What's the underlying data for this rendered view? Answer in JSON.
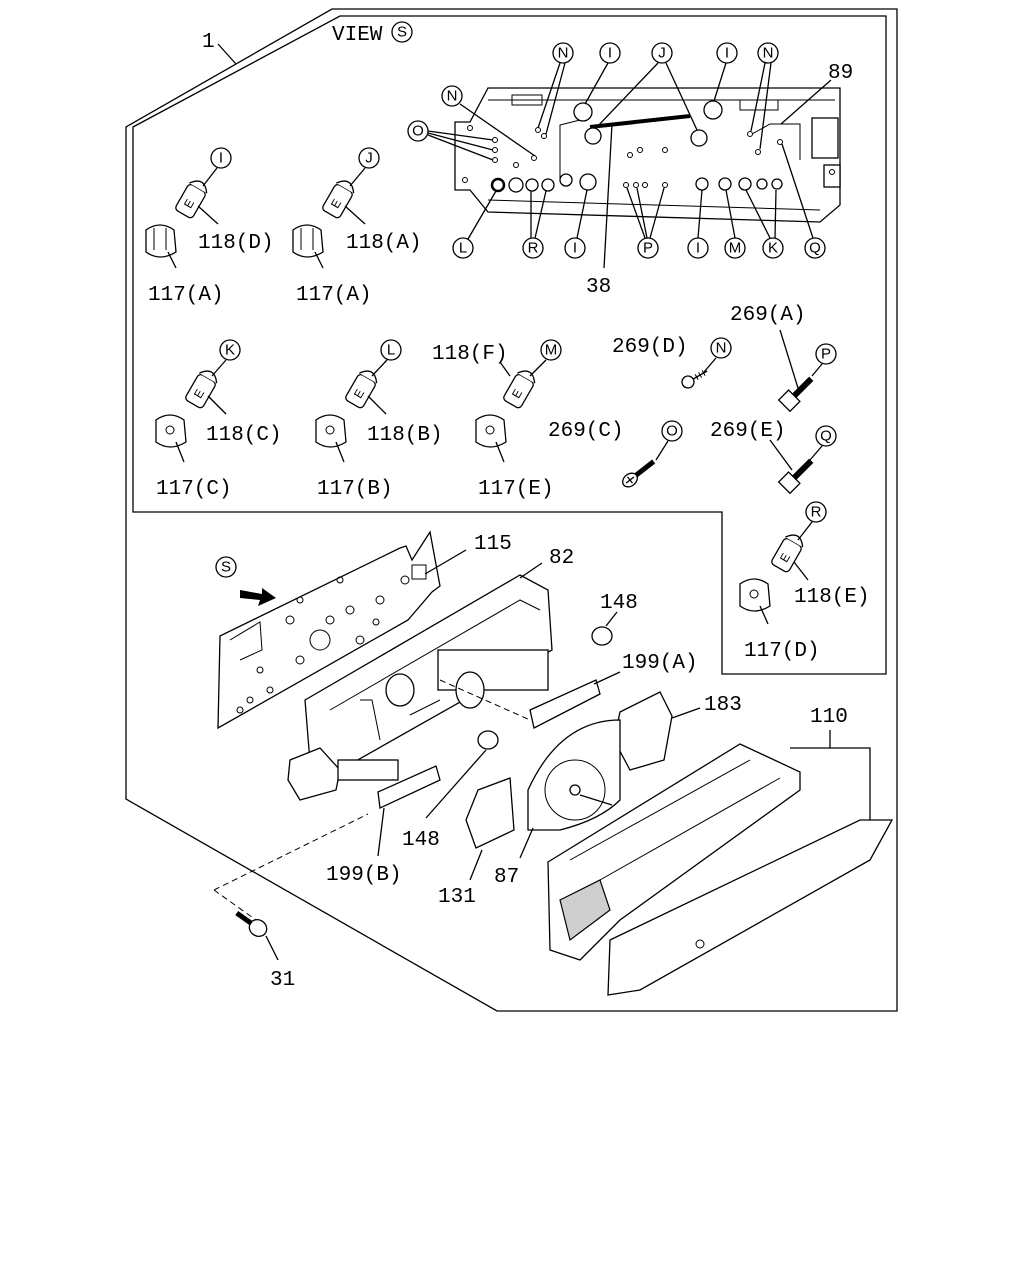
{
  "view_label": "VIEW",
  "view_marker": "S",
  "assembly_marker": "S",
  "callouts": {
    "c1": "1",
    "c89": "89",
    "c38": "38",
    "c118D": "118(D)",
    "c118A": "118(A)",
    "c117A1": "117(A)",
    "c117A2": "117(A)",
    "c118C": "118(C)",
    "c118B": "118(B)",
    "c118F": "118(F)",
    "c117C": "117(C)",
    "c117B": "117(B)",
    "c117E": "117(E)",
    "c269D": "269(D)",
    "c269A": "269(A)",
    "c269C": "269(C)",
    "c269E": "269(E)",
    "c118E": "118(E)",
    "c117D": "117(D)",
    "c115": "115",
    "c82": "82",
    "c148a": "148",
    "c199A": "199(A)",
    "c183": "183",
    "c110": "110",
    "c148b": "148",
    "c199B": "199(B)",
    "c87": "87",
    "c131": "131",
    "c31": "31"
  },
  "letters": {
    "top_n1": "N",
    "top_i1": "I",
    "top_j": "J",
    "top_i2": "I",
    "top_n2": "N",
    "left_n": "N",
    "left_o": "O",
    "bot_l": "L",
    "bot_r": "R",
    "bot_i1": "I",
    "bot_p": "P",
    "bot_i2": "I",
    "bot_m": "M",
    "bot_k": "K",
    "bot_q": "Q",
    "b1": "I",
    "b2": "J",
    "b3": "K",
    "b4": "L",
    "b5": "M",
    "s1": "N",
    "s2": "P",
    "s3": "O",
    "s4": "Q",
    "b6": "R"
  },
  "bulb_mark": "E"
}
